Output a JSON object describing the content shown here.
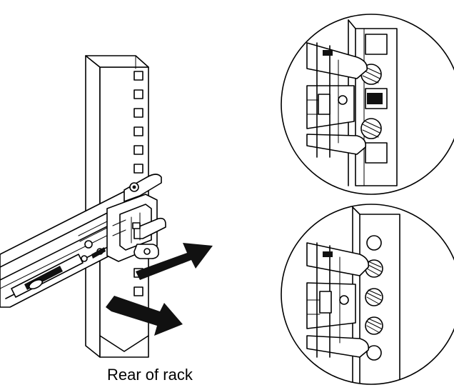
{
  "caption": "Rear of rack",
  "colors": {
    "line": "#000000",
    "background": "#ffffff",
    "arrow_fill": "#111111"
  },
  "icons": {
    "push_arrow_upper": "arrow-right-icon",
    "push_arrow_lower": "arrow-right-icon"
  },
  "details": {
    "top": "square-hole-rail-detail",
    "bottom": "round-hole-rail-detail"
  }
}
